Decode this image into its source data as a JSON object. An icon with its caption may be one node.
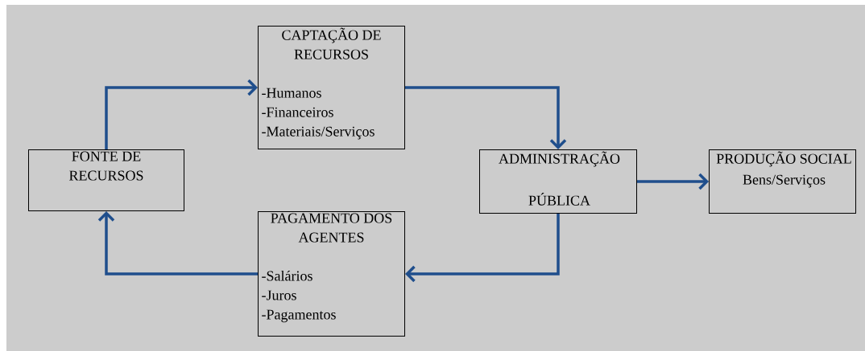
{
  "diagram": {
    "nodes": [
      {
        "text": [
          "FONTE DE RECURSOS"
        ]
      },
      {
        "text": [
          "CAPTAÇÃO DE RECURSOS",
          "-Humanos",
          "-Financeiros",
          "-Materiais/Serviços"
        ]
      },
      {
        "text": [
          "ADMINISTRAÇÃO PÚBLICA"
        ]
      },
      {
        "text": [
          "PRODUÇÃO SOCIAL",
          "Bens/Serviços"
        ]
      },
      {
        "text": [
          "PAGAMENTO DOS AGENTES",
          "-Salários",
          "-Juros",
          "-Pagamentos"
        ]
      }
    ],
    "edges": [
      {
        "from": 0,
        "to": 1,
        "arrow": "to"
      },
      {
        "from": 1,
        "to": 2,
        "arrow": "to"
      },
      {
        "from": 2,
        "to": 3,
        "arrow": "to"
      },
      {
        "from": 2,
        "to": 4,
        "arrow": "to"
      },
      {
        "from": 4,
        "to": 0,
        "arrow": "to"
      }
    ]
  }
}
